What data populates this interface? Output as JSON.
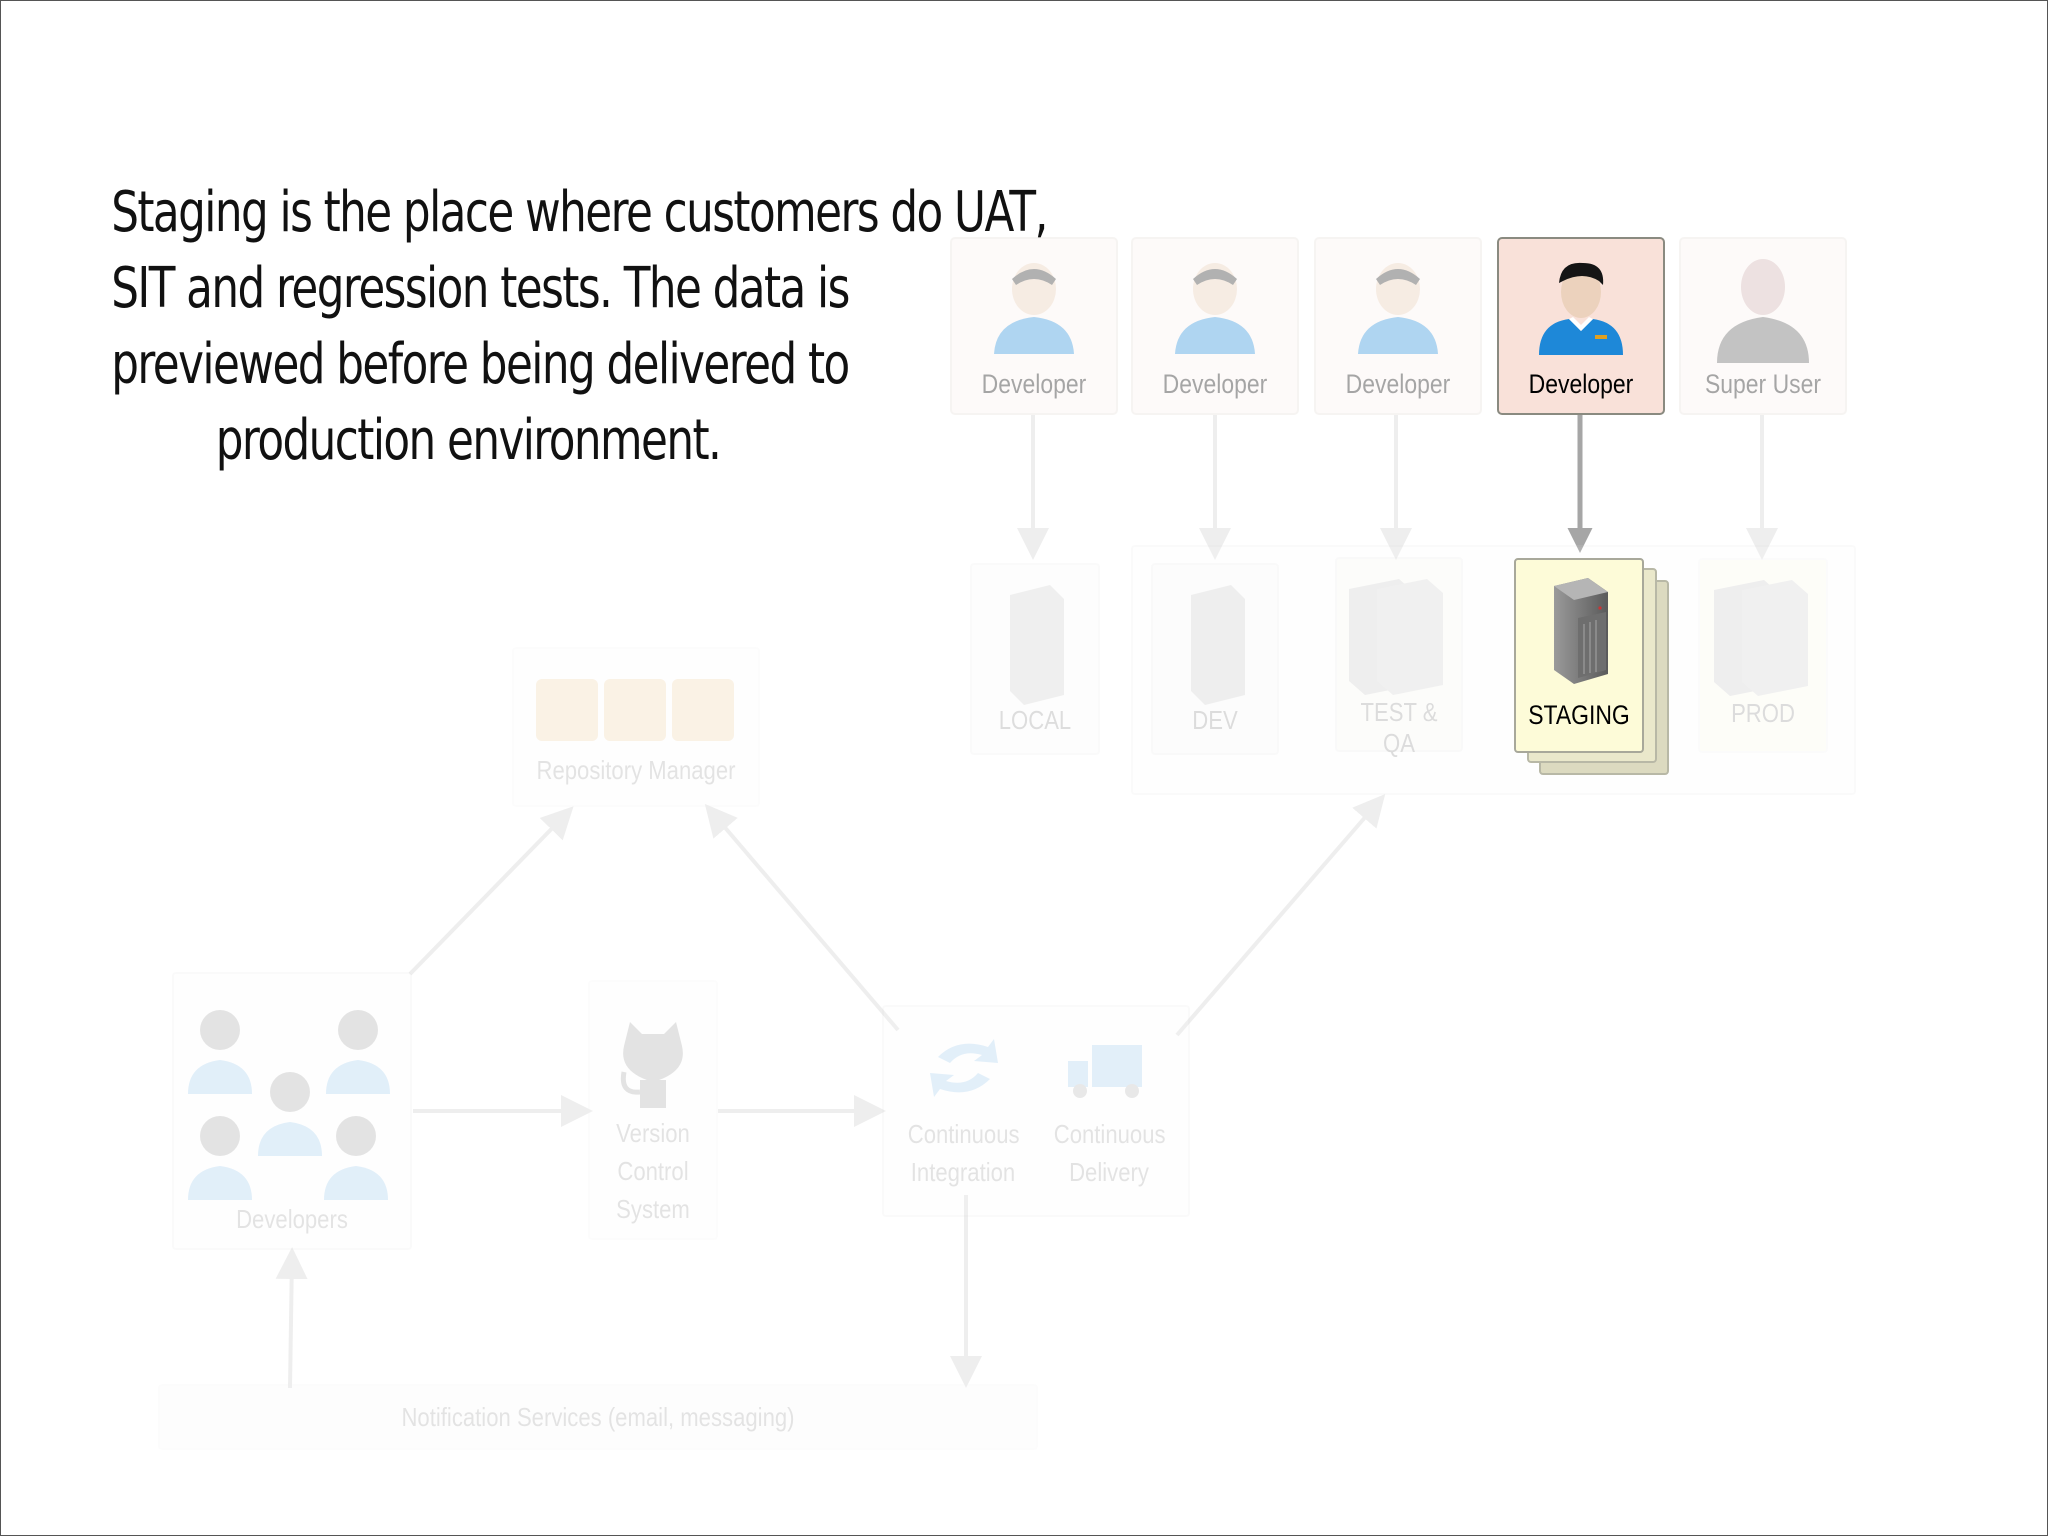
{
  "slide": {
    "caption_lines": [
      "Staging is the place where customers do UAT,",
      "SIT and regression tests. The data is",
      "previewed before being delivered to",
      "production environment."
    ]
  },
  "roles": [
    {
      "label": "Developer",
      "icon": "developer-avatar-icon",
      "highlighted": false
    },
    {
      "label": "Developer",
      "icon": "developer-avatar-icon",
      "highlighted": false
    },
    {
      "label": "Developer",
      "icon": "developer-avatar-icon",
      "highlighted": false
    },
    {
      "label": "Developer",
      "icon": "developer-avatar-icon",
      "highlighted": true
    },
    {
      "label": "Super User",
      "icon": "super-user-avatar-icon",
      "highlighted": false
    }
  ],
  "environments": [
    {
      "label": "LOCAL",
      "icon": "server-icon",
      "highlighted": false
    },
    {
      "label": "DEV",
      "icon": "server-icon",
      "highlighted": false
    },
    {
      "label": "TEST & QA",
      "icon": "server-cluster-icon",
      "highlighted": false
    },
    {
      "label": "STAGING",
      "icon": "server-icon",
      "highlighted": true
    },
    {
      "label": "PROD",
      "icon": "server-cluster-icon",
      "highlighted": false
    }
  ],
  "pipeline": {
    "repository_manager": "Repository Manager",
    "developers": "Developers",
    "vcs_lines": [
      "Version",
      "Control",
      "System"
    ],
    "ci_lines": [
      "Continuous",
      "Integration"
    ],
    "cd_lines": [
      "Continuous",
      "Delivery"
    ],
    "notification": "Notification Services (email, messaging)"
  },
  "colors": {
    "highlight_role_bg": "#f9e1d9",
    "highlight_env_bg": "#fdfbd8",
    "highlight_env_shadow": "#dcdac0",
    "arrow_active": "#a6a6a6",
    "shirt_blue": "#1e88d8"
  }
}
